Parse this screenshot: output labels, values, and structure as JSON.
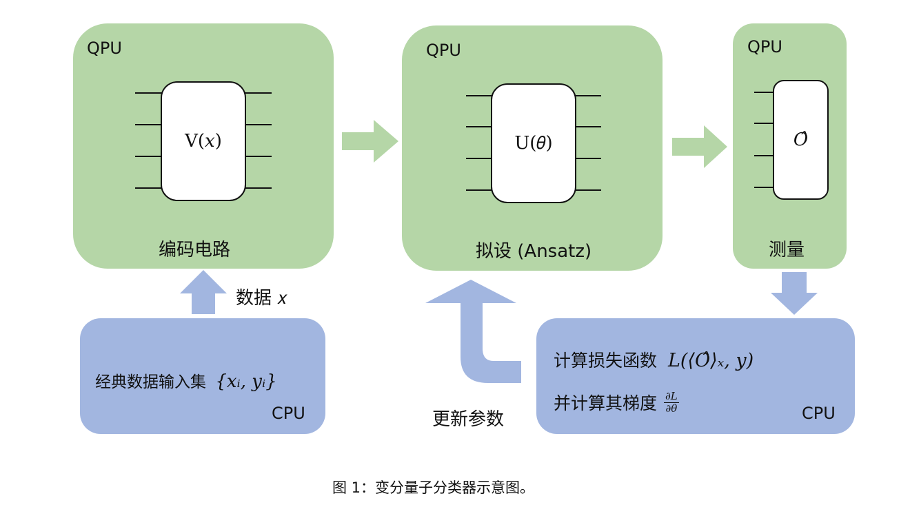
{
  "colors": {
    "qpu_fill": "#b5d6a7",
    "cpu_fill": "#a2b6e0",
    "gate_fill": "#ffffff",
    "line": "#111111"
  },
  "encoding": {
    "tag": "QPU",
    "gate": "V(𝑥)",
    "label": "编码电路",
    "wires": 4
  },
  "ansatz": {
    "tag": "QPU",
    "gate": "U(𝜃)",
    "label": "拟设 (Ansatz)",
    "wires": 4
  },
  "measure": {
    "tag": "QPU",
    "gate": "𝑂̂",
    "label": "测量",
    "wires": 4
  },
  "data_arrow_label": "数据 𝑥",
  "update_arrow_label": "更新参数",
  "input_set": {
    "text": "经典数据输入集",
    "math": "{𝑥ᵢ, 𝑦ᵢ}",
    "tag": "CPU"
  },
  "loss": {
    "line1": "计算损失函数",
    "line1_math": "𝐿(⟨𝑂̂⟩ₓ, 𝑦)",
    "line2": "并计算其梯度",
    "frac_num": "∂𝐿",
    "frac_den": "∂𝜃",
    "tag": "CPU"
  },
  "caption": "图 1：变分量子分类器示意图。"
}
